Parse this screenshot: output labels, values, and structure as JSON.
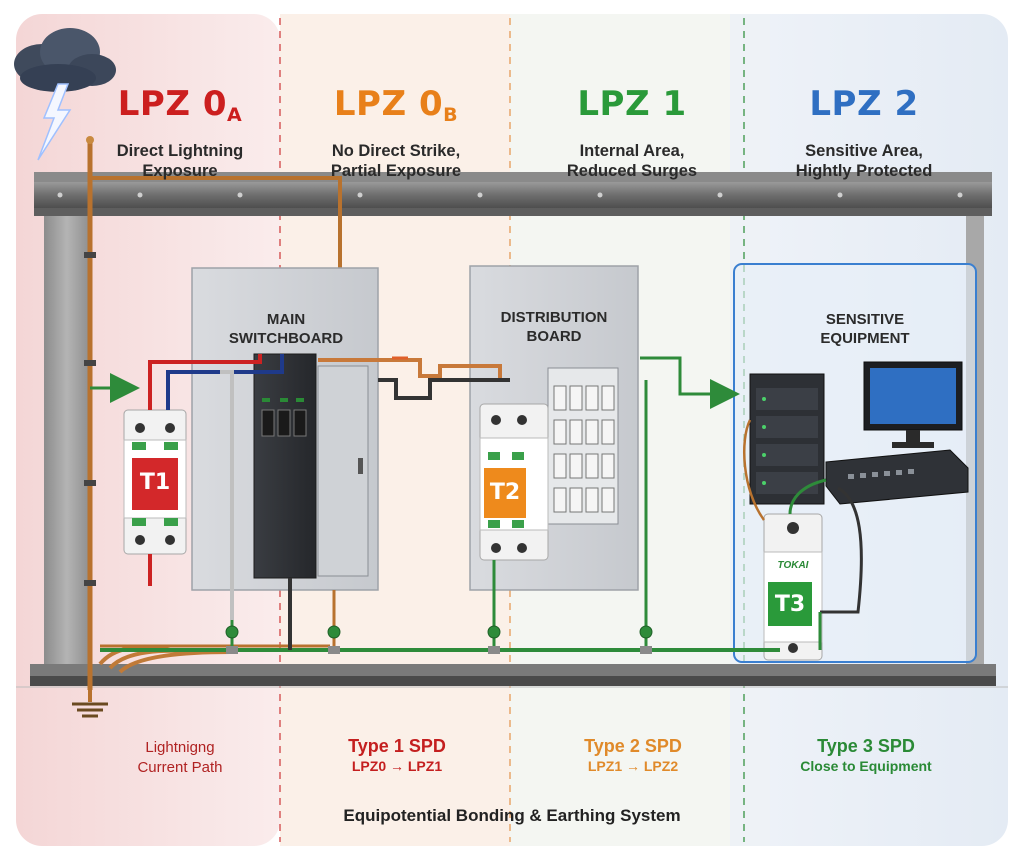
{
  "zones": [
    {
      "title": "LPZ 0",
      "sub": "A",
      "line1": "Direct Lightning",
      "line2": "Exposure",
      "color": "#cc1f1f"
    },
    {
      "title": "LPZ 0",
      "sub": "B",
      "line1": "No Direct Strike,",
      "line2": "Partial Exposure",
      "color": "#e8801a"
    },
    {
      "title": "LPZ 1",
      "sub": "",
      "line1": "Internal Area,",
      "line2": "Reduced Surges",
      "color": "#2a9a3a"
    },
    {
      "title": "LPZ 2",
      "sub": "",
      "line1": "Sensitive Area,",
      "line2": "Hightly Protected",
      "color": "#2f6fc2"
    }
  ],
  "boards": {
    "main_line1": "MAIN",
    "main_line2": "SWITCHBOARD",
    "dist_line1": "DISTRIBUTION",
    "dist_line2": "BOARD",
    "sens_line1": "SENSITIVE",
    "sens_line2": "EQUIPMENT"
  },
  "devices": {
    "t1": "T1",
    "t2": "T2",
    "t3": "T3",
    "t3_brand": "TOKAI"
  },
  "bottom": [
    {
      "line1": "Lightnigng",
      "line2": "Current Path",
      "color": "#b02222"
    },
    {
      "line1": "Type 1 SPD",
      "line2": "LPZ0 → LPZ1",
      "color": "#c41f1f"
    },
    {
      "line1": "Type 2 SPD",
      "line2": "LPZ1 → LPZ2",
      "color": "#e08a2a"
    },
    {
      "line1": "Type 3 SPD",
      "line2": "Close to Equipment",
      "color": "#2a8a36"
    }
  ],
  "footer": "Equipotential Bonding & Earthing System",
  "colors": {
    "red_zone": "#f7e4e4",
    "orange_zone": "#fbf0e6",
    "green_zone": "#f3f6f1",
    "blue_zone": "#e9eff7",
    "copper": "#b8722e",
    "earth_green": "#2e8b3a",
    "accent_blue": "#3a7fd0"
  },
  "icons": [
    "storm-cloud-icon",
    "lightning-bolt-icon",
    "earth-ground-icon",
    "arrow-right-icon",
    "server-icon",
    "monitor-icon",
    "network-switch-icon"
  ]
}
